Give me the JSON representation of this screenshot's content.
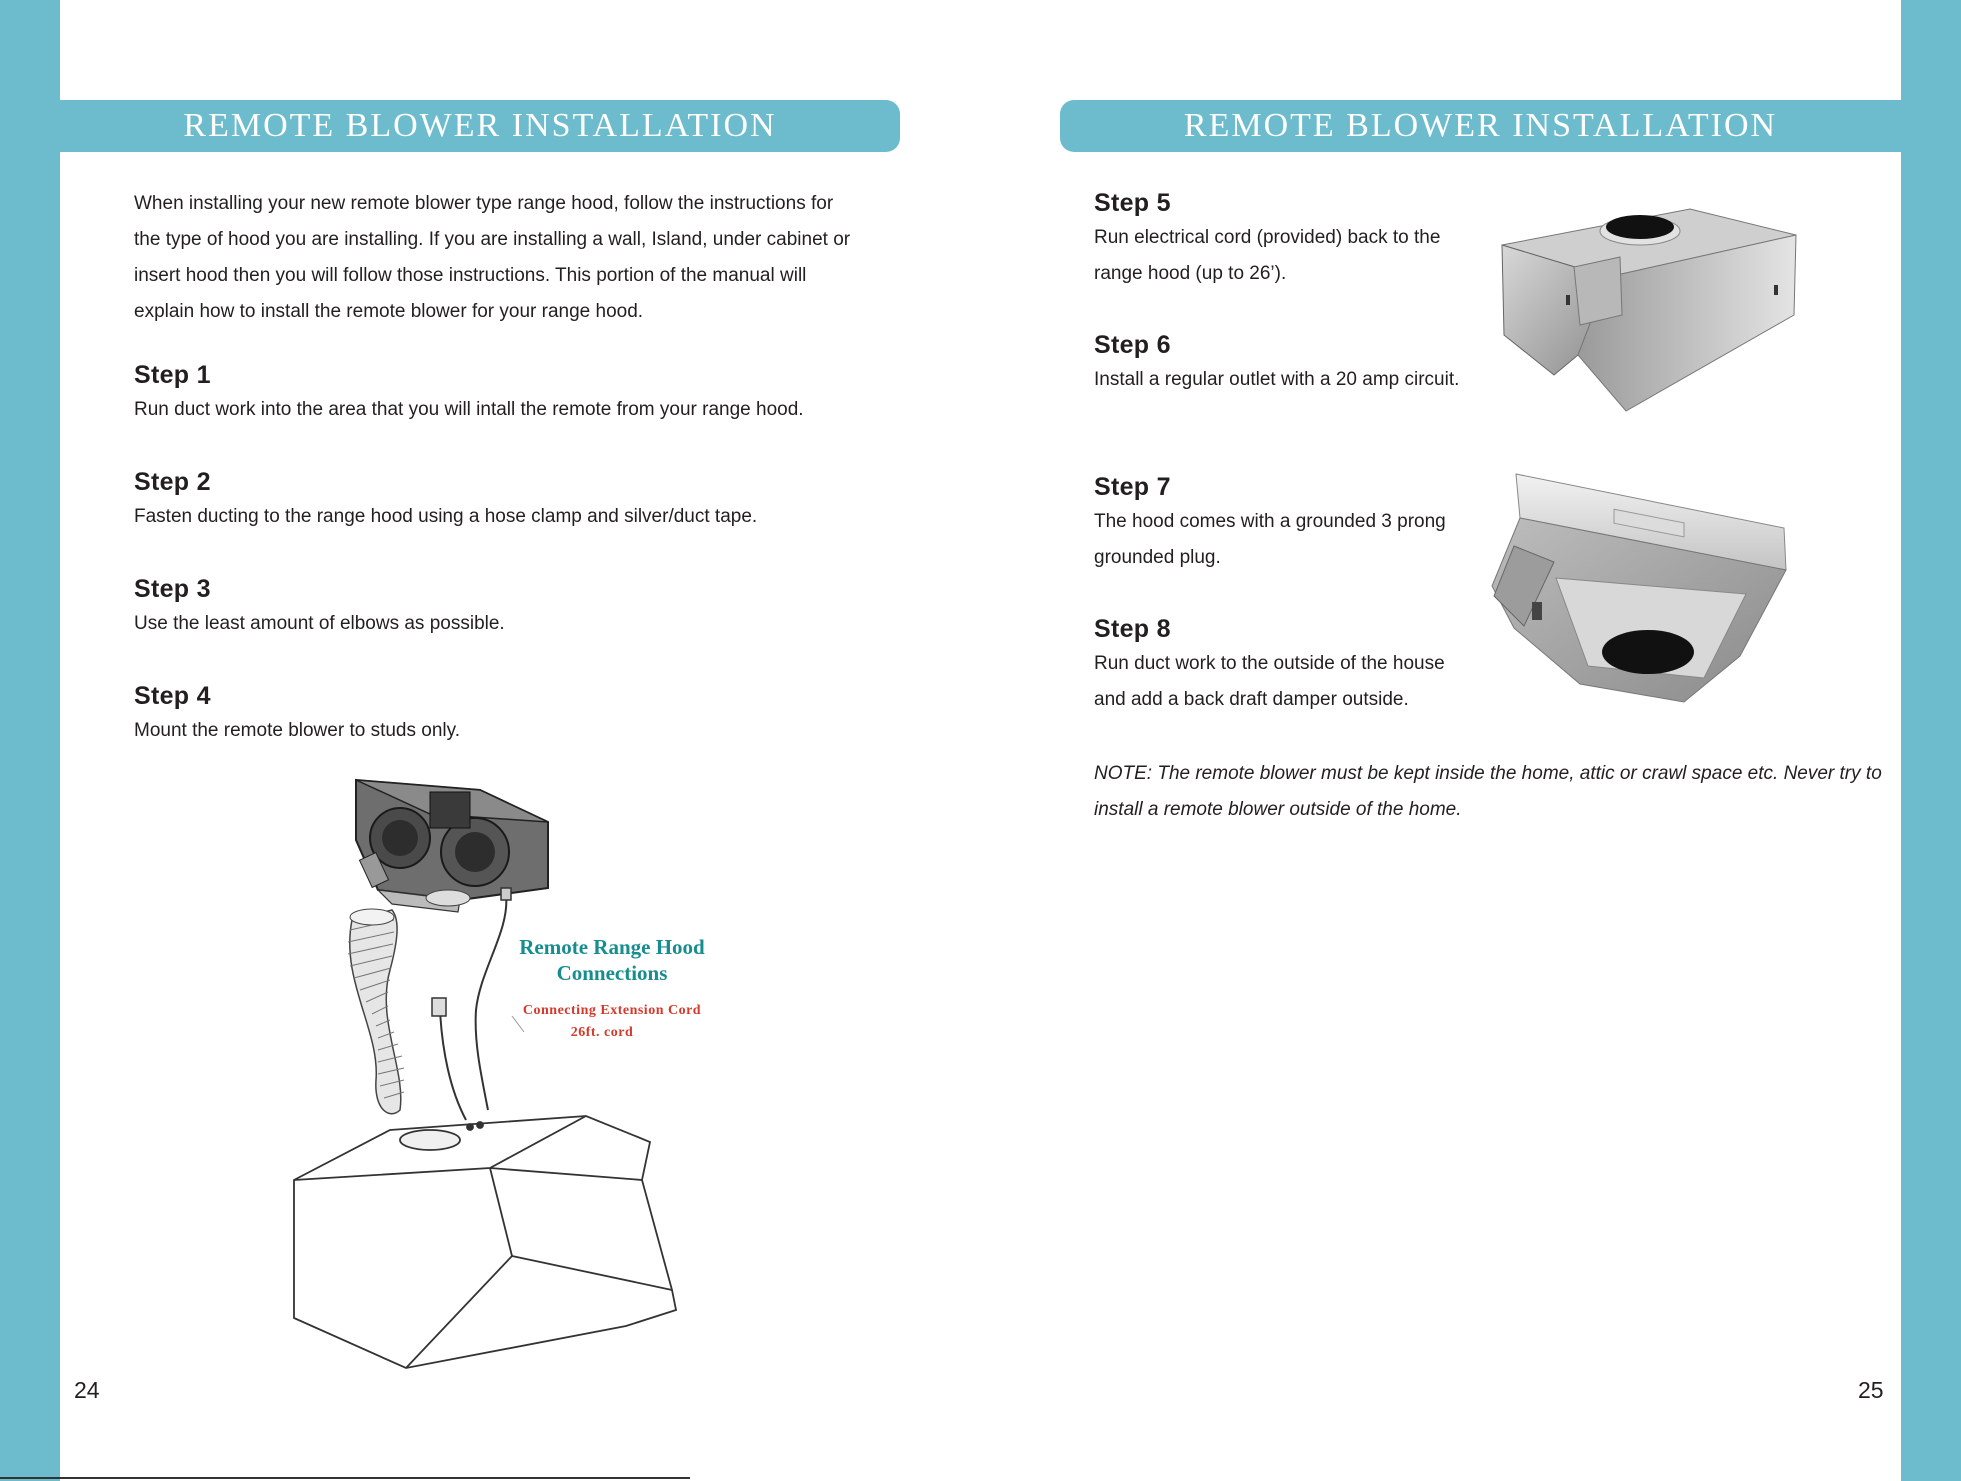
{
  "left_page": {
    "header_title": "REMOTE BLOWER INSTALLATION",
    "intro": "When installing your new remote blower type range hood, follow the instructions for the type of hood you are installing. If you are installing a wall, Island, under cabinet or insert hood then you will follow those instructions. This portion of the manual will explain how to install the remote blower for your range hood.",
    "steps": [
      {
        "title": "Step 1",
        "text": "Run duct work into the area that you will intall the remote from your range hood."
      },
      {
        "title": "Step 2",
        "text": "Fasten ducting to the range hood using a hose clamp and silver/duct tape."
      },
      {
        "title": "Step 3",
        "text": "Use the least amount of elbows as possible."
      },
      {
        "title": "Step 4",
        "text": "Mount the remote blower to studs only."
      }
    ],
    "diagram": {
      "title_line1": "Remote Range Hood",
      "title_line2": "Connections",
      "cord_line1": "Connecting Extension Cord",
      "cord_line2": "26ft. cord"
    },
    "page_number": "24"
  },
  "right_page": {
    "header_title": "REMOTE BLOWER INSTALLATION",
    "steps": [
      {
        "title": "Step 5",
        "text": "Run electrical cord (provided) back to the range hood (up to 26’)."
      },
      {
        "title": "Step 6",
        "text": "Install a regular outlet with a 20 amp circuit."
      },
      {
        "title": "Step 7",
        "text": "The hood comes with a grounded 3 prong grounded plug."
      },
      {
        "title": "Step 8",
        "text": "Run duct work to the outside of the house and add a back draft damper outside."
      }
    ],
    "note": "NOTE: The remote blower must be kept inside the home, attic or crawl space etc. Never try to install a remote blower outside of the home.",
    "page_number": "25"
  },
  "colors": {
    "band": "#6dbccd",
    "body_text": "#231f20",
    "callout_teal": "#178d8f",
    "callout_red": "#d33a2c"
  }
}
